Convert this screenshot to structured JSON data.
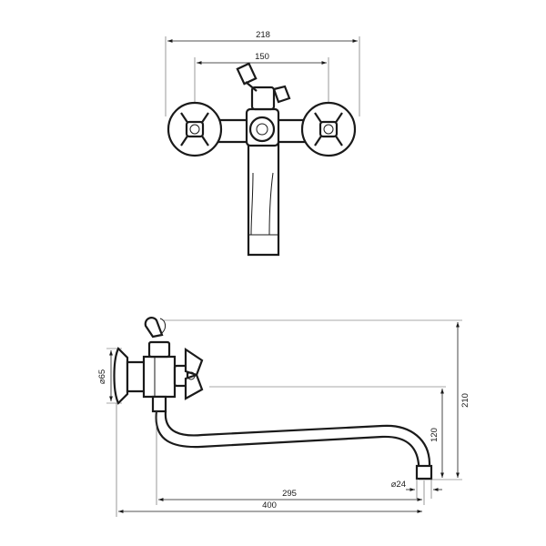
{
  "front_view": {
    "dim_overall_width": "218",
    "dim_center_spacing": "150"
  },
  "side_view": {
    "dim_flange_diameter": "⌀65",
    "dim_total_height": "210",
    "dim_spout_height": "120",
    "dim_outlet_diameter": "⌀24",
    "dim_spout_reach": "295",
    "dim_overall_length": "400"
  }
}
